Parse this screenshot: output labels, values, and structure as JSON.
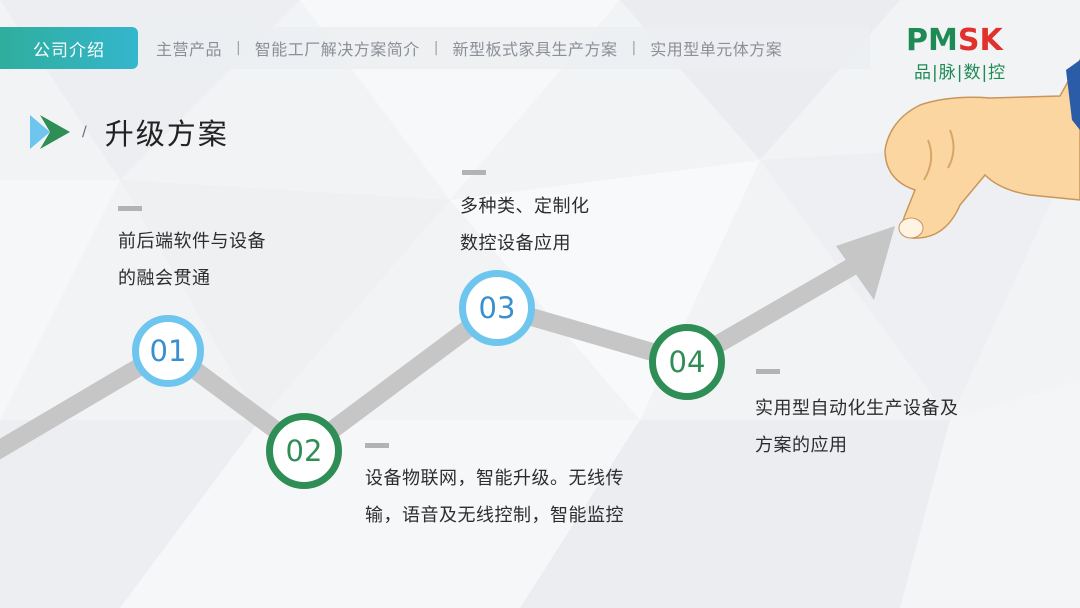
{
  "nav": {
    "active": "公司介绍",
    "items": [
      "主营产品",
      "智能工厂解决方案简介",
      "新型板式家具生产方案",
      "实用型单元体方案"
    ],
    "separator": "|"
  },
  "logo": {
    "text_part1": "PM",
    "text_part2": "SK",
    "subtitle": "品|脉|数|控",
    "color_green": "#1e8b55",
    "color_red": "#e0312d"
  },
  "page": {
    "title": "升级方案"
  },
  "steps": [
    {
      "num": "01",
      "line1": "前后端软件与设备",
      "line2": "的融会贯通"
    },
    {
      "num": "02",
      "line1": "设备物联网，智能升级。无线传",
      "line2": "输，语音及无线控制，智能监控"
    },
    {
      "num": "03",
      "line1": "多种类、定制化",
      "line2": "数控设备应用"
    },
    {
      "num": "04",
      "line1": "实用型自动化生产设备及",
      "line2": "方案的应用"
    }
  ],
  "colors": {
    "accent_blue": "#6ec6ef",
    "accent_green": "#2f8e55",
    "nav_active": "#2fae9d"
  }
}
